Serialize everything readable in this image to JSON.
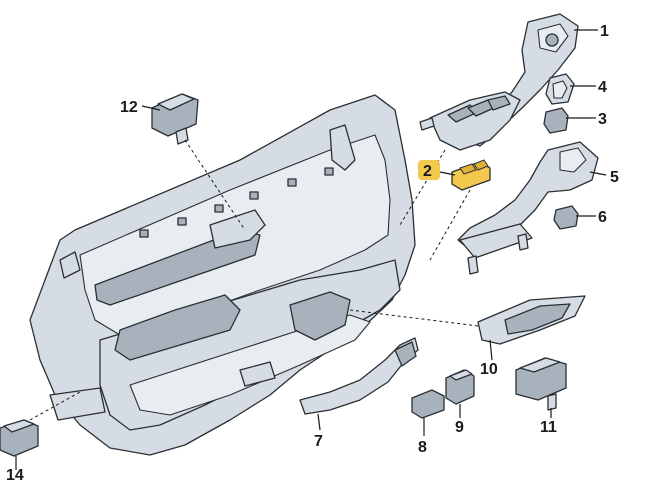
{
  "diagram": {
    "background_color": "#ffffff",
    "part_fill_color": "#d5dce4",
    "highlight_color": "#f2c94c",
    "callouts": {
      "c1": "1",
      "c2": "2",
      "c3": "3",
      "c4": "4",
      "c5": "5",
      "c6": "6",
      "c7": "7",
      "c8": "8",
      "c9": "9",
      "c10": "10",
      "c11": "11",
      "c12": "12",
      "c14": "14"
    }
  }
}
